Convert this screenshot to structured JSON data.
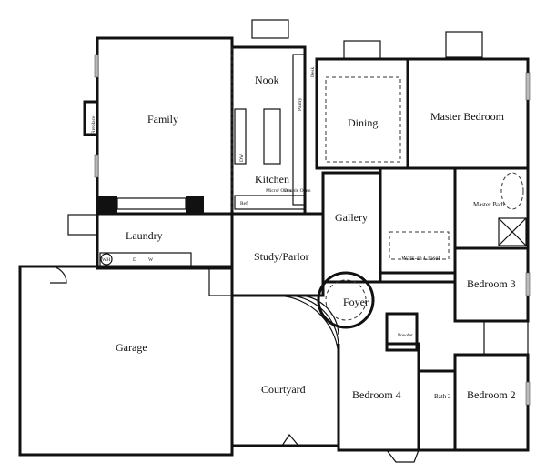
{
  "rooms": {
    "family": "Family",
    "fireplace": "Fireplace",
    "nook": "Nook",
    "desk": "Desk",
    "pantry": "Pantry",
    "dw": "DW",
    "kitchen": "Kitchen",
    "micro_oven": "Micro/ Oven",
    "double_oven": "Double Oven",
    "ref": "Ref",
    "laundry": "Laundry",
    "wh": "WH",
    "dryer": "D",
    "washer": "W",
    "dining": "Dining",
    "master_bedroom": "Master Bedroom",
    "master_bath": "Master Bath",
    "gallery": "Gallery",
    "walk_in_closet": "Walk-In Closet",
    "study_parlor": "Study/Parlor",
    "foyer": "Foyer",
    "powder": "Powder",
    "bedroom3": "Bedroom 3",
    "bedroom2": "Bedroom 2",
    "bedroom4": "Bedroom 4",
    "bath2": "Bath 2",
    "courtyard": "Courtyard",
    "garage": "Garage"
  }
}
